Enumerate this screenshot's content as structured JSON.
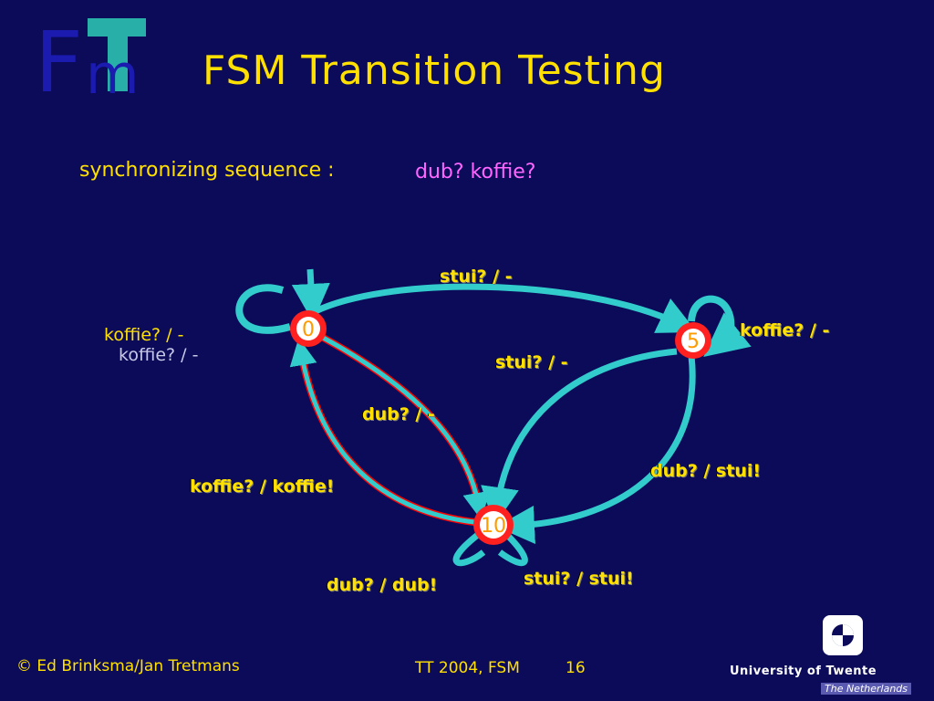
{
  "slide": {
    "title": "FSM  Transition Testing",
    "sync_label": "synchronizing sequence :",
    "sync_value": "dub?  koffie?"
  },
  "logo": {
    "letters_back": "F",
    "letters_front": "m"
  },
  "diagram": {
    "states": [
      {
        "id": "s0",
        "label": "0"
      },
      {
        "id": "s5",
        "label": "5"
      },
      {
        "id": "s10",
        "label": "10"
      }
    ],
    "transitions": {
      "s0_s5": "stui? / -",
      "s5_s10": "stui? / -",
      "s0_s10": "dub? / -",
      "s10_s0": "koffie? / koffie!",
      "s5_s0": "dub? / stui!",
      "loop_s0": "koffie? / -",
      "loop_s5": "koffie? / -",
      "loop_s10_dub": "dub? / dub!",
      "loop_s10_stui": "stui? / stui!"
    },
    "colors": {
      "arrow": "#33cccc",
      "state_fill": "#ff2020",
      "highlight": "#ff0000",
      "label": "#ffe000"
    }
  },
  "footer": {
    "authors": "© Ed Brinksma/Jan Tretmans",
    "course": "TT 2004, FSM",
    "page": "16"
  },
  "university": {
    "name": "University of Twente",
    "country": "The Netherlands"
  }
}
